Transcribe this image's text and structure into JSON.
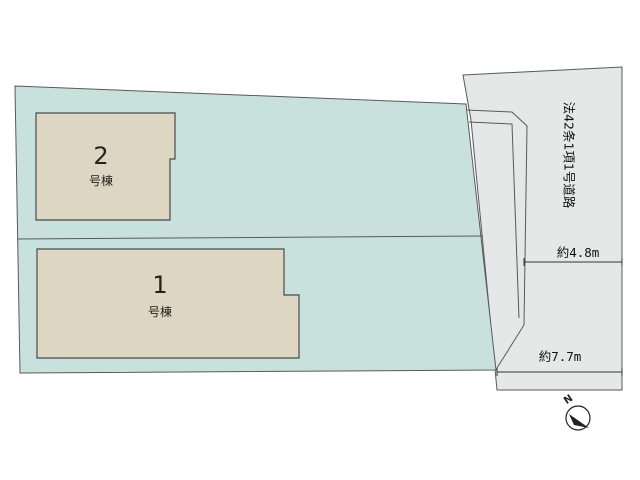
{
  "plan": {
    "buildings": [
      {
        "number": "2",
        "label": "号棟"
      },
      {
        "number": "1",
        "label": "号棟"
      }
    ],
    "road": {
      "label": "法42条1項1号道路",
      "width_north": "約4.8m",
      "width_south": "約7.7m"
    },
    "north_indicator": "N"
  },
  "colors": {
    "lot": "#c9e1dc",
    "road": "#e6e8e8",
    "building": "#ddd6c3"
  },
  "icons": {
    "compass": "north-arrow-icon"
  }
}
